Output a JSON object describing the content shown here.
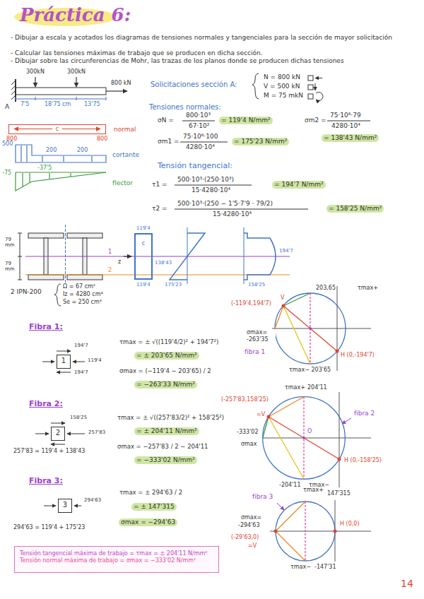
{
  "diagram": {
    "title": "Práctica 6:",
    "nodes": [
      {
        "text": [
          "c"
        ]
      },
      {
        "text": [
          "c"
        ]
      },
      {
        "text": [
          "1"
        ]
      },
      {
        "text": [
          "2"
        ]
      },
      {
        "text": [
          "3"
        ]
      },
      {
        "text": [
          "Tensión tangencial máxima de trabajo = τmax = ± 204'11 N/mm²",
          "Tensión normal máxima de trabajo = σmax = −333'02 N/mm²"
        ]
      }
    ],
    "labels": [
      "- Dibujar a escala y acotados los diagramas de tensiones normales y tangenciales para la sección de mayor solicitación",
      "- Calcular las tensiones máximas de trabajo que se producen en dicha sección.",
      "- Dibujar sobre las circunferencias de Mohr, las trazas de los planos donde se producen dichas tensiones",
      "300kN",
      "300kN",
      "800 kN",
      "A",
      "7'5",
      "18'75 cm",
      "13'75",
      "normal",
      "800",
      "800",
      "500",
      "200",
      "200",
      "cortante",
      "-75",
      "-37'5",
      "flector",
      "Solicitaciones sección A:",
      "N = 800 kN",
      "V = 500 kN",
      "M = 75 mkN",
      "Tensiones normales:",
      "σN =",
      "800·10³",
      "67·10²",
      "= 119'4 N/mm²",
      "σm1 =",
      "75·10⁶·100",
      "4280·10⁴",
      "= 175'23 N/mm²",
      "σm2 =",
      "75·10⁶·79",
      "4280·10⁴",
      "= 138'43 N/mm²",
      "Tensión tangencial:",
      "τ1 =",
      "500·10³·(250·10³)",
      "15·4280·10⁴",
      "= 194'7 N/mm²",
      "τ2 =",
      "500·10³·(250 − 1'5·7'9 · 79/2)",
      "15·4280·10⁴",
      "= 158'25 N/mm²",
      "79 mm",
      "79 mm",
      "1",
      "z",
      "2",
      "2 IPN-200",
      "Ω = 67 cm²",
      "Iz = 4280 cm⁴",
      "Se = 250 cm³",
      "119'4",
      "119'4",
      "138'43",
      "175'23",
      "194'7",
      "158'25",
      "Fibra 1:",
      "194'7",
      "119'4",
      "194'7",
      "τmax = ± √((119'4/2)² + 194'7²)",
      "= ± 203'65 N/mm²",
      "σmax = (−119'4 − 203'65) / 2",
      "= −263'33 N/mm²",
      "Fibra 2:",
      "158'25",
      "257'83",
      "257'83 = 119'4 + 138'43",
      "τmax = ± √((257'83/2)² + 158'25²)",
      "= ± 204'11 N/mm²",
      "σmax = −257'83 / 2 − 204'11",
      "= −333'02 N/mm²",
      "Fibra 3:",
      "294'63",
      "294'63 = 119'4 + 175'23",
      "τmax = ± 294'63 / 2",
      "= ± 147'315",
      "σmax = −294'63",
      "(-119'4,194'7)",
      "V",
      "203,65",
      "τmax+",
      "σmax= -263'35",
      "fibra 1",
      "τmax− 203'65",
      "H (0,-194'7)",
      "τmax+",
      "204'11",
      "(-257'83,158'25)",
      "=V",
      "fibra 2",
      "-333'02",
      "σmax",
      "O",
      "H (0,-158'25)",
      "-204'11",
      "τmax−",
      "fibra 3",
      "τmax+",
      "147'315",
      "σmax=",
      "-294'63",
      "(-29'63,0)",
      "=V",
      "H (0,0)",
      "τmax−",
      "-147'31",
      "14"
    ]
  }
}
